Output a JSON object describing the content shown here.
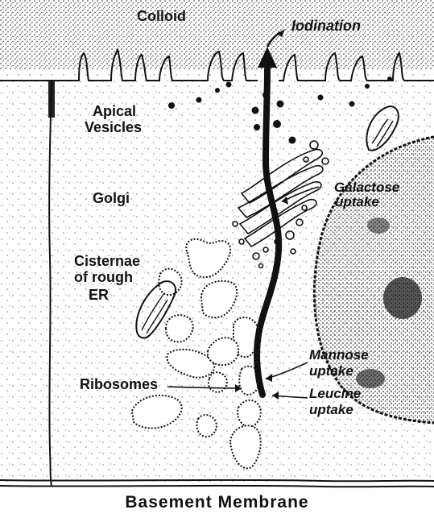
{
  "labels": {
    "colloid": "Colloid",
    "iodination": "Iodination",
    "apical_vesicles_line1": "Apical",
    "apical_vesicles_line2": "Vesicles",
    "golgi": "Golgi",
    "galactose_line1": "Galactose",
    "galactose_line2": "uptake",
    "cisternae_line1": "Cisternae",
    "cisternae_line2": "of rough",
    "cisternae_line3": "ER",
    "mannose_line1": "Mannose",
    "mannose_line2": "uptake",
    "ribosomes": "Ribosomes",
    "leucine_line1": "Leucine",
    "leucine_line2": "uptake",
    "basement_membrane": "Basement Membrane"
  },
  "icons": {
    "pathway_arrow": "arrow-up-icon"
  }
}
